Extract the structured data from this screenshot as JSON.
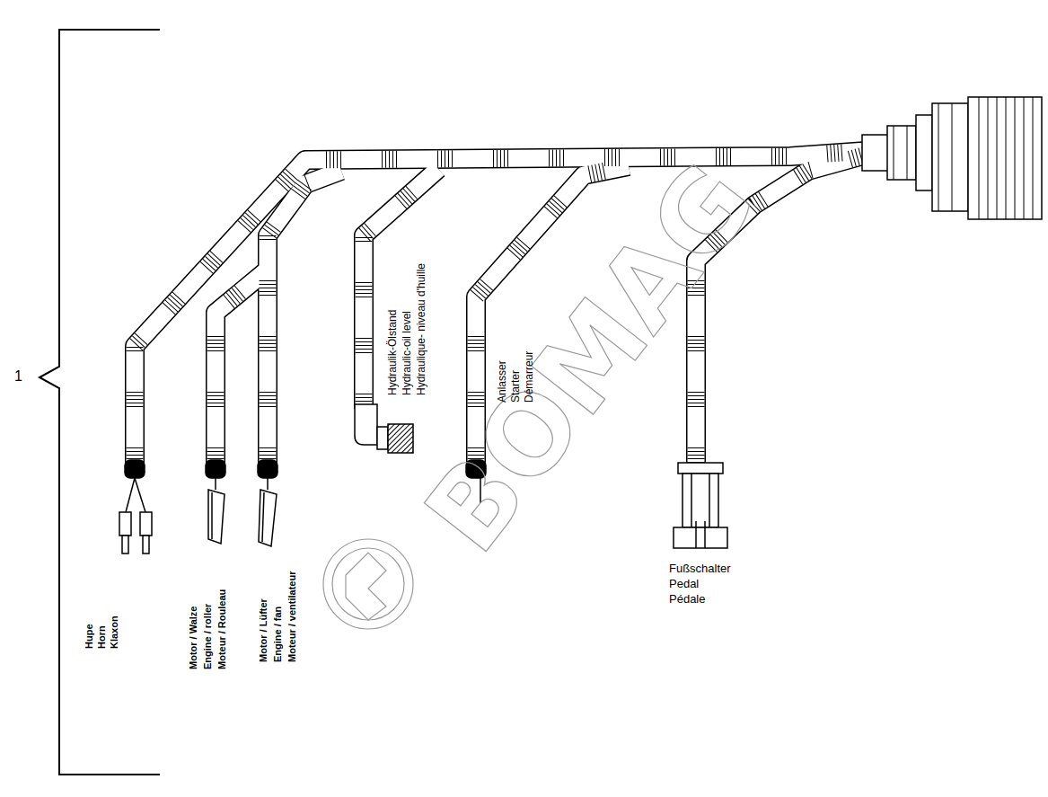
{
  "diagram": {
    "labels": [
      "1",
      "Hupe",
      "Horn",
      "Klaxon",
      "Motor / Walze",
      "Engine / roller",
      "Moteur / Rouleau",
      "Motor / Lüfter",
      "Engine / fan",
      "Moteur / ventilateur",
      "Hydraulik-Ölstand",
      "Hydraulic-oil level",
      "Hydraulique- niveau d'huille",
      "Anlasser",
      "Starter",
      "Démarreur",
      "Fußschalter",
      "Pedal",
      "Pédale",
      "BOMAG"
    ]
  }
}
